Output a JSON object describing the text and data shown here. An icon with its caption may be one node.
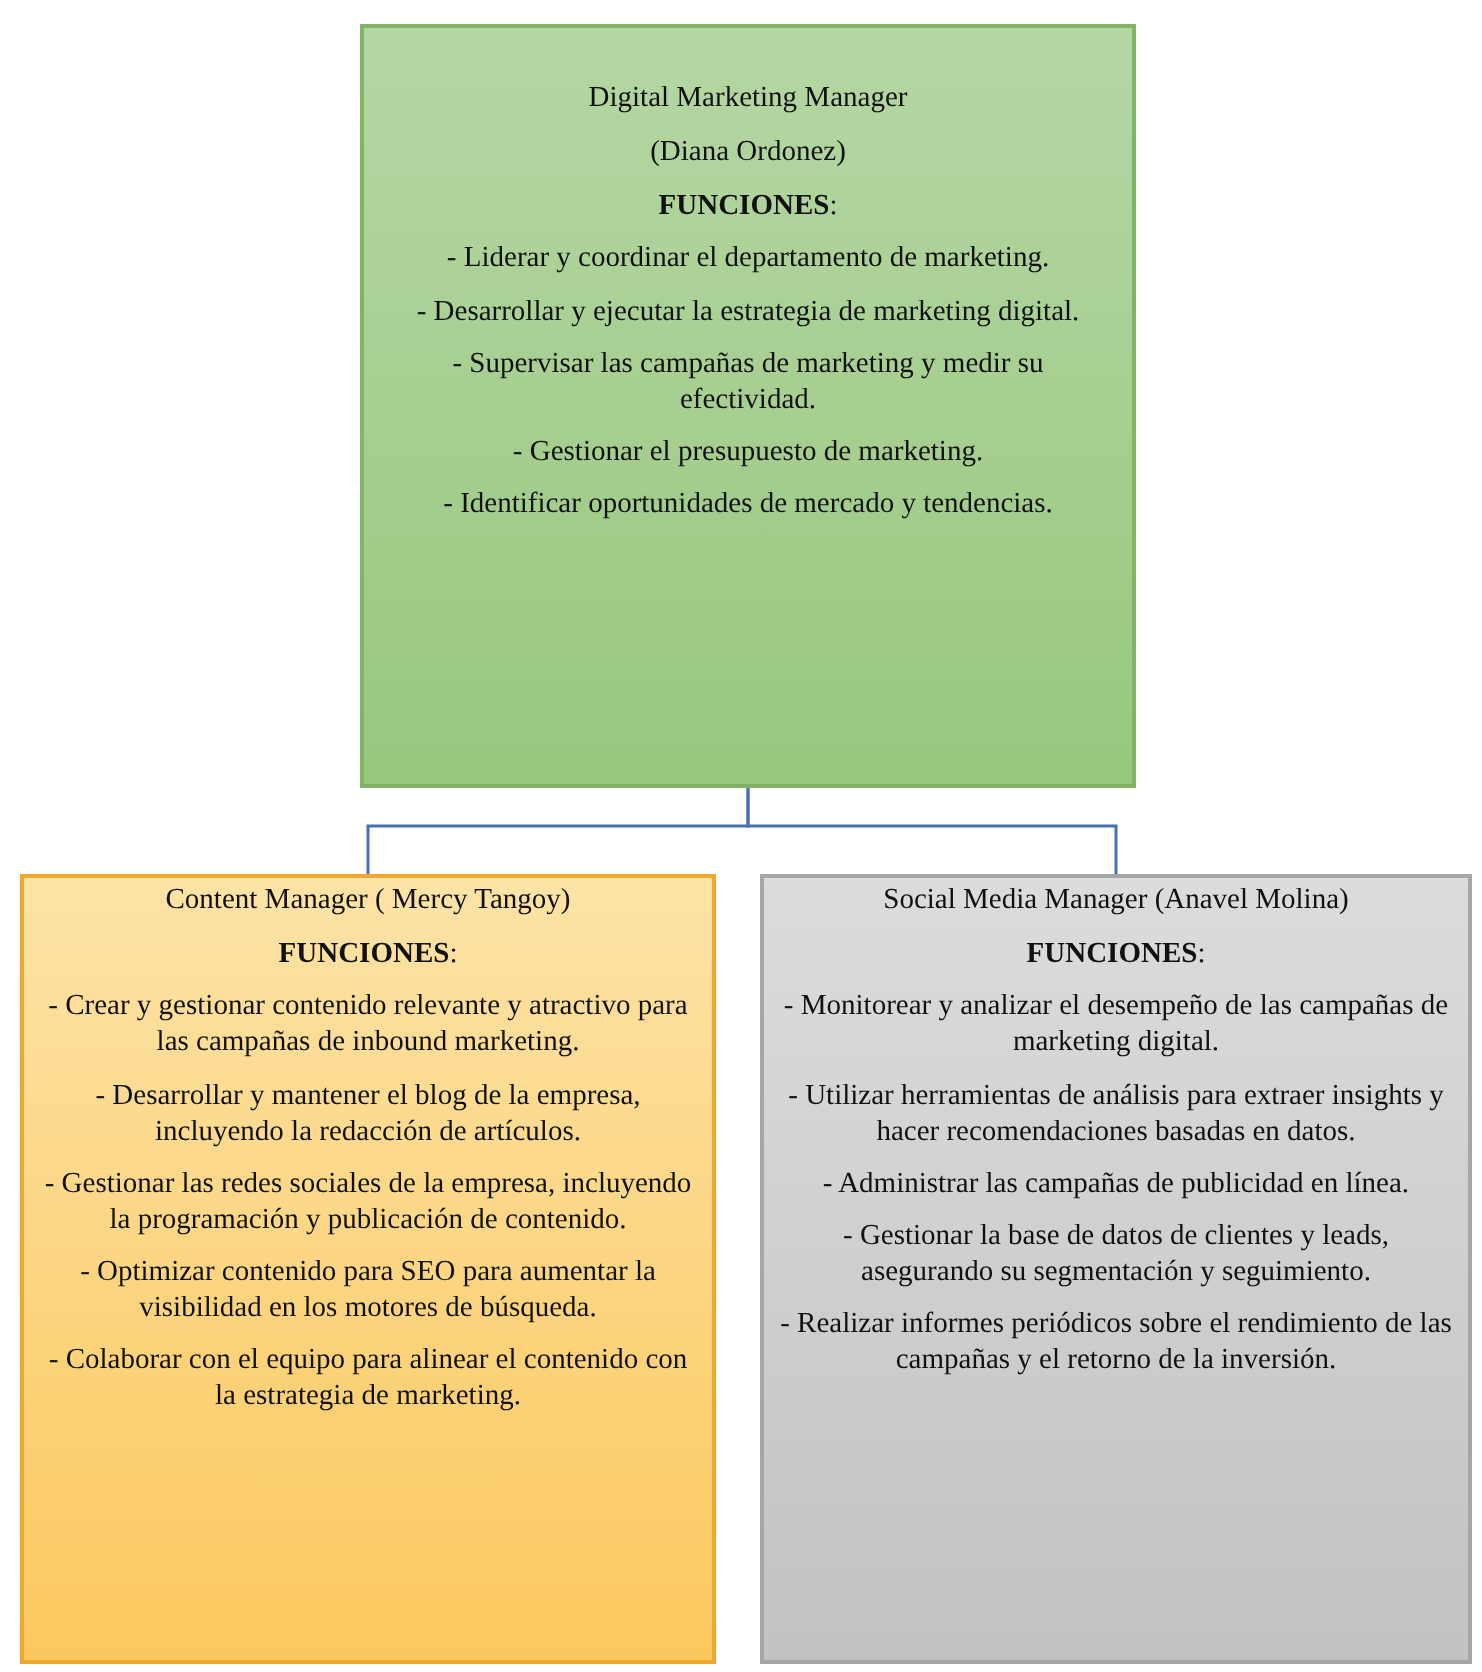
{
  "diagram": {
    "nodes": [
      {
        "text": [
          "Digital Marketing Manager",
          "(Diana Ordonez)",
          "**FUNCIONES**:",
          "- Liderar y coordinar el departamento de marketing.",
          "- Desarrollar y ejecutar la estrategia de marketing digital.",
          "- Supervisar las campañas de marketing y medir su efectividad.",
          "- Gestionar el presupuesto de marketing.",
          "- Identificar oportunidades de mercado y tendencias."
        ]
      },
      {
        "text": [
          "Content Manager ( Mercy Tangoy)",
          "**FUNCIONES**:",
          "- Crear y gestionar contenido relevante y atractivo para las campañas de inbound marketing.",
          "- Desarrollar y mantener el blog de la empresa, incluyendo la redacción de artículos.",
          "- Gestionar las redes sociales de la empresa, incluyendo la programación y publicación de contenido.",
          "- Optimizar contenido para SEO para aumentar la visibilidad en los motores de búsqueda.",
          "- Colaborar con el equipo para alinear el contenido con la estrategia de marketing."
        ]
      },
      {
        "text": [
          "Social Media Manager (Anavel Molina)",
          "**FUNCIONES**:",
          "- Monitorear y analizar el desempeño de las campañas de marketing digital.",
          "- Utilizar herramientas de análisis para extraer insights y hacer recomendaciones basadas en datos.",
          "- Administrar las campañas de publicidad en línea.",
          "- Gestionar la base de datos de clientes y leads, asegurando su segmentación y seguimiento.",
          "- Realizar informes periódicos sobre el rendimiento de las campañas y el retorno de la inversión."
        ]
      }
    ],
    "edges": [
      {
        "from": 0,
        "to": 1,
        "arrow": "none"
      },
      {
        "from": 0,
        "to": 2,
        "arrow": "none"
      }
    ]
  }
}
